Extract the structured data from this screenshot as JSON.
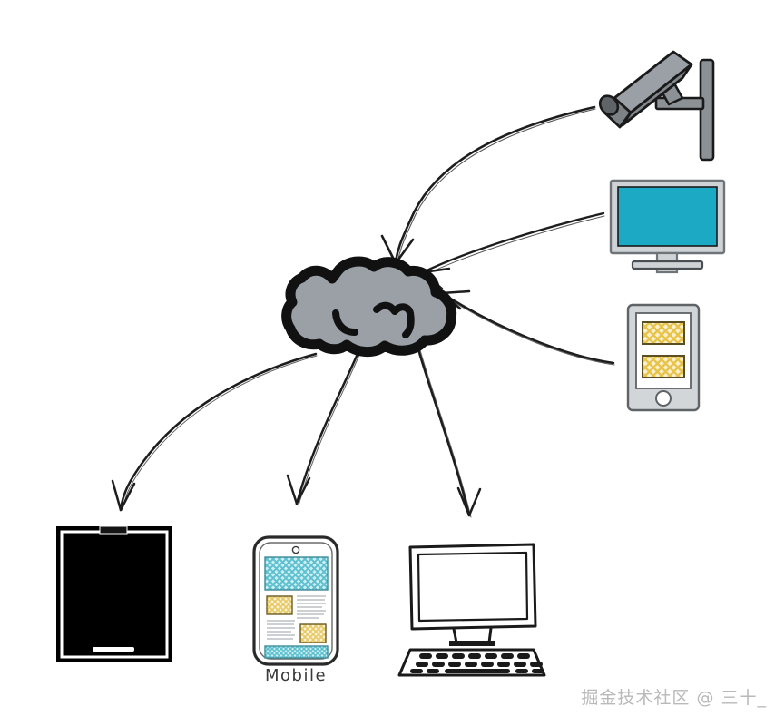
{
  "diagram": {
    "title": "Cloud connected devices diagram",
    "background_color": "#ffffff",
    "stroke_color": "#1a1a1a",
    "palette": {
      "cloud_fill": "#9aa0a6",
      "cloud_outline": "#111111",
      "camera_body": "#8c9196",
      "camera_dark": "#6f7479",
      "camera_outline": "#1a1a1a",
      "monitor_screen_teal": "#1ba9c4",
      "monitor_bezel": "#cfd3d6",
      "monitor_bezel_dark": "#8d9296",
      "tablet_body": "#d2d6d9",
      "tablet_screen": "#ffffff",
      "tile_yellow": "#e6c44c",
      "tile_yellow_light": "#f3e2a4",
      "phone_teal": "#6fcad6",
      "black_tablet": "#000000",
      "watermark_gray": "#b9b9b9"
    }
  },
  "nodes": {
    "cloud": {
      "name": "Cloud",
      "label": "",
      "role": "central hub",
      "fill": "#9aa0a6"
    },
    "security_camera": {
      "name": "Security camera",
      "label": "",
      "position": "top-right",
      "direction": "to-cloud"
    },
    "desktop_monitor_teal": {
      "name": "Monitor with teal screen",
      "label": "",
      "position": "right-upper",
      "direction": "to-cloud",
      "screen_color": "#1ba9c4"
    },
    "tablet_yellow": {
      "name": "Tablet with content tiles",
      "label": "",
      "position": "right-lower",
      "direction": "to-cloud",
      "tile_count": 2
    },
    "black_tablet": {
      "name": "Black tablet",
      "label": "",
      "position": "bottom-left",
      "direction": "from-cloud"
    },
    "mobile_phone": {
      "name": "Mobile phone",
      "label": "Mobile",
      "position": "bottom-center",
      "direction": "from-cloud"
    },
    "desktop_computer": {
      "name": "Desktop computer with keyboard",
      "label": "",
      "position": "bottom-right",
      "direction": "from-cloud"
    }
  },
  "connections": [
    {
      "id": "camera-to-cloud",
      "from": "security_camera",
      "to": "cloud",
      "style": "curved-arrow"
    },
    {
      "id": "monitor-to-cloud",
      "from": "desktop_monitor_teal",
      "to": "cloud",
      "style": "straight-arrow"
    },
    {
      "id": "tablet-to-cloud",
      "from": "tablet_yellow",
      "to": "cloud",
      "style": "curved-arrow"
    },
    {
      "id": "cloud-to-black-tablet",
      "from": "cloud",
      "to": "black_tablet",
      "style": "curved-arrow"
    },
    {
      "id": "cloud-to-mobile",
      "from": "cloud",
      "to": "mobile_phone",
      "style": "curved-arrow"
    },
    {
      "id": "cloud-to-desktop",
      "from": "cloud",
      "to": "desktop_computer",
      "style": "curved-arrow"
    }
  ],
  "labels": {
    "mobile": "Mobile"
  },
  "watermark": {
    "text": "掘金技术社区 @ 三十_"
  }
}
